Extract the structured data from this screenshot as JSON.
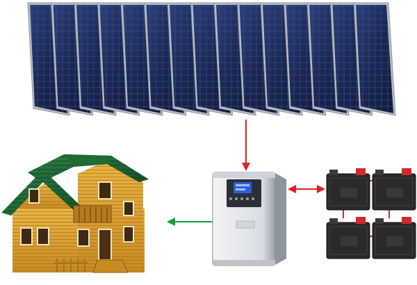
{
  "diagram": {
    "components": [
      {
        "id": "solar-array",
        "name": "solar-panel-array",
        "panel_count": 15
      },
      {
        "id": "inverter",
        "name": "hybrid-inverter",
        "display_color": "#2e5fd6"
      },
      {
        "id": "battery-bank",
        "name": "battery-bank",
        "battery_count": 4
      },
      {
        "id": "house",
        "name": "wooden-house",
        "roof_color": "#1f6b34"
      }
    ],
    "flows": [
      {
        "from": "solar-array",
        "to": "inverter",
        "color": "#e02020",
        "direction": "one-way"
      },
      {
        "from": "inverter",
        "to": "battery-bank",
        "color": "#e02020",
        "direction": "two-way"
      },
      {
        "from": "inverter",
        "to": "house",
        "color": "#12a03c",
        "direction": "one-way"
      }
    ],
    "colors": {
      "panel_cell": "#1c2a5a",
      "panel_frame": "#b9bec6",
      "battery_body": "#2a2a2a",
      "battery_terminal": "#d02a2a",
      "inverter_body": "#e4e6ea",
      "house_wood": "#e2a834"
    }
  }
}
